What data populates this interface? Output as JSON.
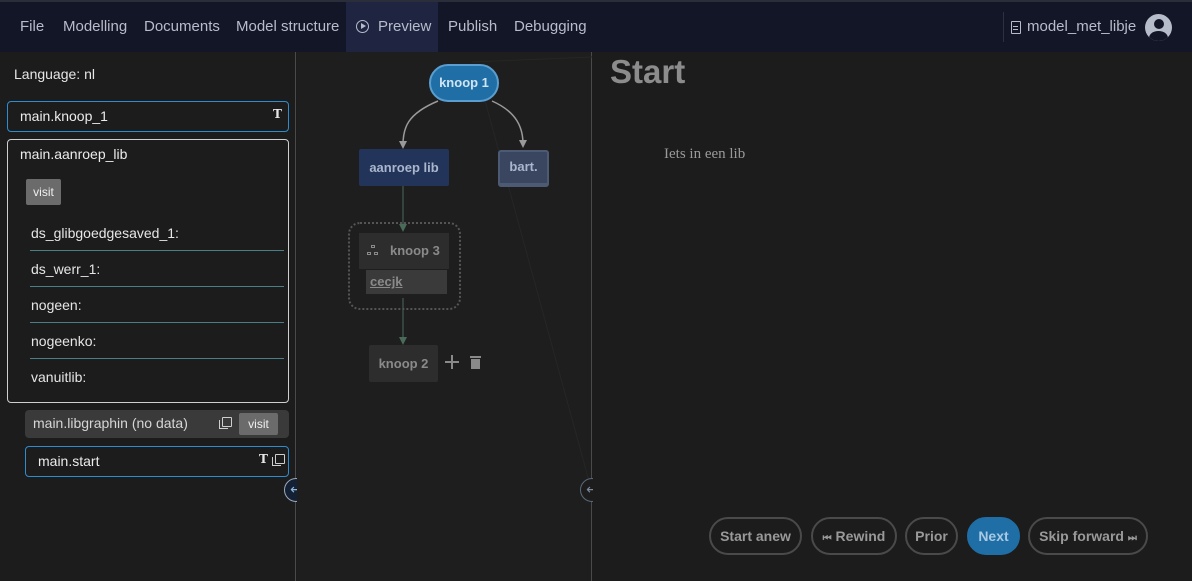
{
  "nav": {
    "file": "File",
    "modelling": "Modelling",
    "documents": "Documents",
    "model_structure": "Model structure",
    "preview": "Preview",
    "publish": "Publish",
    "debugging": "Debugging",
    "model_name": "model_met_libje"
  },
  "left": {
    "language": "Language: nl",
    "node1": "main.knoop_1",
    "node_aanroep": "main.aanroep_lib",
    "visit": "visit",
    "fields": [
      "ds_glibgoedgesaved_1:",
      "ds_werr_1:",
      "nogeen:",
      "nogeenko:",
      "vanuitlib:"
    ],
    "libgraph": "main.libgraphin (no data)",
    "libgraph_visit": "visit",
    "start": "main.start",
    "t_mark": "T"
  },
  "graph": {
    "knoop1": "knoop 1",
    "aanroep": "aanroep lib",
    "bart": "bart.",
    "knoop3": "knoop 3",
    "cecjk": "cecjk",
    "knoop2": "knoop 2"
  },
  "preview": {
    "title": "Start",
    "text": "Iets in een lib",
    "buttons": {
      "start_anew": "Start anew",
      "rewind": "Rewind",
      "prior": "Prior",
      "next": "Next",
      "skip_forward": "Skip forward"
    }
  },
  "icons": {
    "resize": "↔",
    "rewind_glyph": "⏮",
    "skip_glyph": "⏭"
  },
  "colors": {
    "accent": "#1f6ea6",
    "active_border": "#2e8ccf",
    "topbar": "#131626"
  }
}
